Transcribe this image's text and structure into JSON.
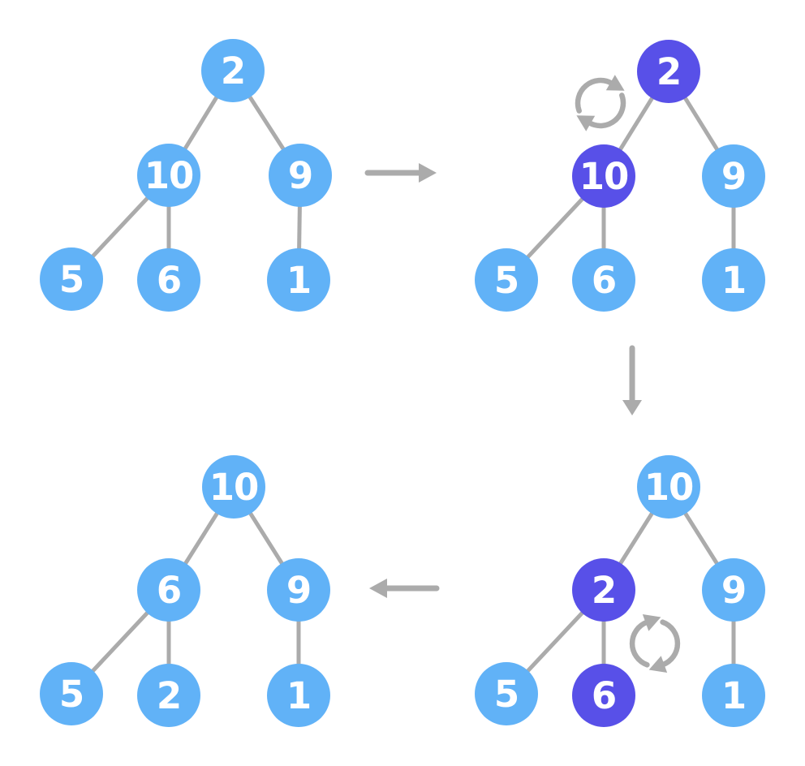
{
  "diagram": {
    "description": "Four binary trees showing two swap steps of heapify (max-heap): 2 swaps with 10, then 2 swaps with 6.",
    "colors": {
      "background": "#ffffff",
      "node_default": "#61B2F7",
      "node_highlight": "#5850E8",
      "node_text": "#ffffff",
      "connector": "#ABABAB",
      "arrow": "#ABABAB"
    },
    "edges_structure": [
      [
        0,
        1
      ],
      [
        0,
        2
      ],
      [
        1,
        3
      ],
      [
        1,
        4
      ],
      [
        2,
        5
      ]
    ],
    "trees": [
      {
        "name": "step-1-initial",
        "nodes": [
          {
            "value": "2",
            "highlight": false
          },
          {
            "value": "10",
            "highlight": false
          },
          {
            "value": "9",
            "highlight": false
          },
          {
            "value": "5",
            "highlight": false
          },
          {
            "value": "6",
            "highlight": false
          },
          {
            "value": "1",
            "highlight": false
          }
        ]
      },
      {
        "name": "step-2-swap-2-and-10",
        "nodes": [
          {
            "value": "2",
            "highlight": true
          },
          {
            "value": "10",
            "highlight": true
          },
          {
            "value": "9",
            "highlight": false
          },
          {
            "value": "5",
            "highlight": false
          },
          {
            "value": "6",
            "highlight": false
          },
          {
            "value": "1",
            "highlight": false
          }
        ]
      },
      {
        "name": "step-3-swap-2-and-6",
        "nodes": [
          {
            "value": "10",
            "highlight": false
          },
          {
            "value": "2",
            "highlight": true
          },
          {
            "value": "9",
            "highlight": false
          },
          {
            "value": "5",
            "highlight": false
          },
          {
            "value": "6",
            "highlight": true
          },
          {
            "value": "1",
            "highlight": false
          }
        ]
      },
      {
        "name": "step-4-result",
        "nodes": [
          {
            "value": "10",
            "highlight": false
          },
          {
            "value": "6",
            "highlight": false
          },
          {
            "value": "9",
            "highlight": false
          },
          {
            "value": "5",
            "highlight": false
          },
          {
            "value": "2",
            "highlight": false
          },
          {
            "value": "1",
            "highlight": false
          }
        ]
      }
    ],
    "arrows": [
      {
        "name": "step1-to-step2",
        "direction": "right"
      },
      {
        "name": "step2-to-step3",
        "direction": "down"
      },
      {
        "name": "step3-to-step4",
        "direction": "left"
      }
    ],
    "swap_icons": [
      {
        "name": "swap-cycle-2-10",
        "between": [
          "2",
          "10"
        ]
      },
      {
        "name": "swap-cycle-2-6",
        "between": [
          "2",
          "6"
        ]
      }
    ]
  }
}
